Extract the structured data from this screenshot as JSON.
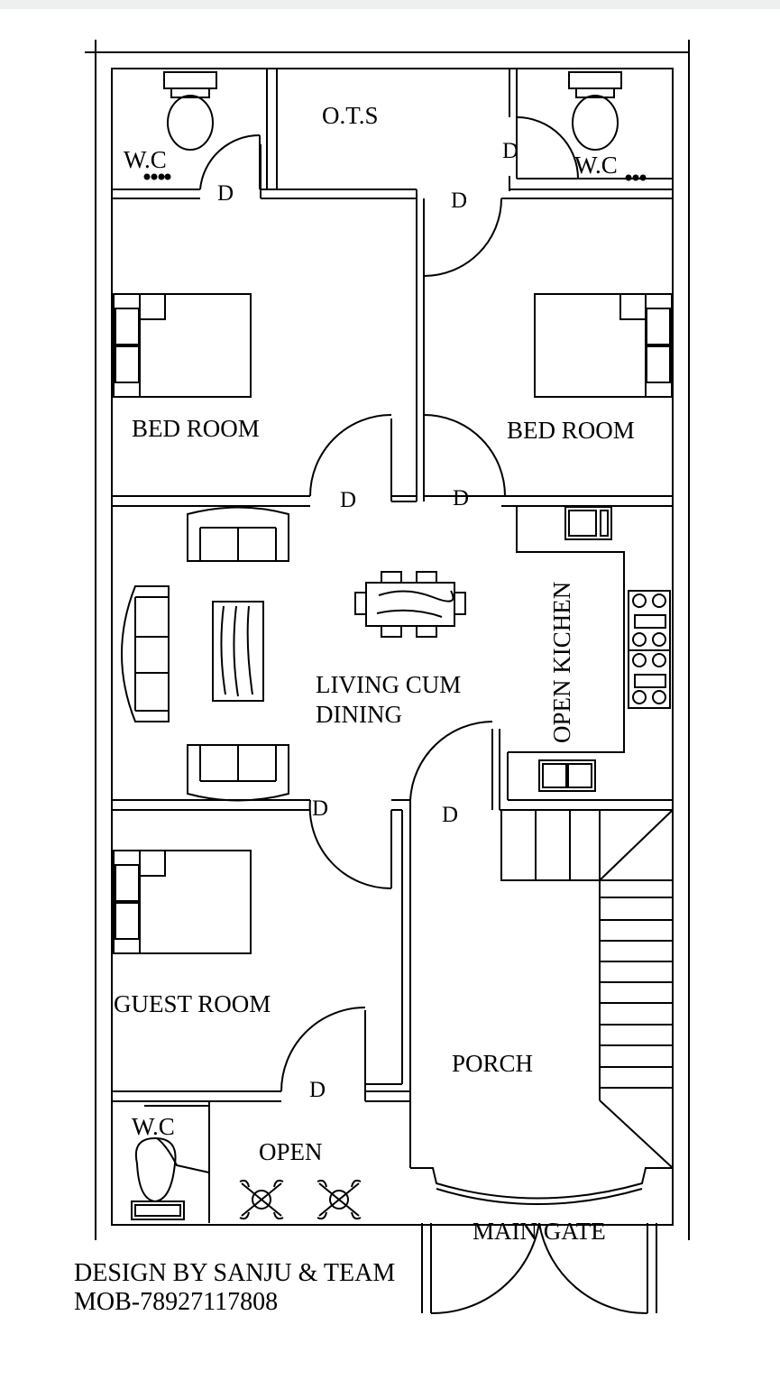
{
  "rooms": {
    "wc_top_left": "W.C",
    "ots": "O.T.S",
    "wc_top_right": "W.C",
    "bed_room_left": "BED ROOM",
    "bed_room_right": "BED ROOM",
    "living_line1": "LIVING CUM",
    "living_line2": "DINING",
    "open_kitchen": "OPEN KICHEN",
    "guest_room": "GUEST ROOM",
    "porch": "PORCH",
    "wc_bottom": "W.C",
    "open": "OPEN",
    "main_gate": "MAIN GATE"
  },
  "doors": {
    "wc_left": "D",
    "ots_right": "D",
    "ots_inner": "D",
    "bed_left": "D",
    "bed_right": "D",
    "living_lower": "D",
    "porch": "D",
    "guest": "D"
  },
  "credits": {
    "design": "DESIGN BY SANJU & TEAM",
    "mobile": "MOB-78927117808"
  }
}
